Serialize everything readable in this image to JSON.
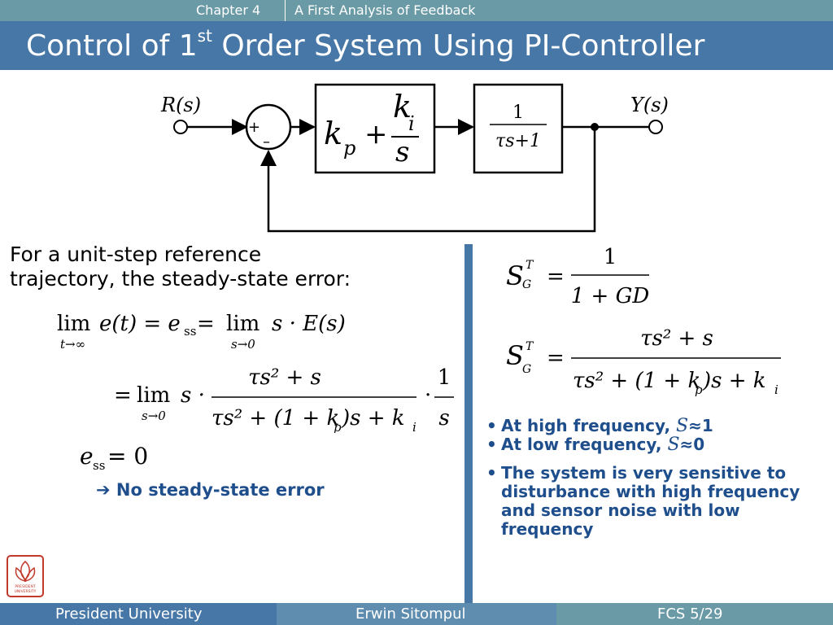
{
  "header": {
    "chapter": "Chapter 4",
    "subtitle": "A First Analysis of Feedback"
  },
  "title": {
    "pre": "Control of 1",
    "sup": "st",
    "post": " Order System Using PI-Controller"
  },
  "diagram": {
    "input_label": "R(s)",
    "output_label": "Y(s)",
    "sum_plus": "+",
    "sum_minus": "–",
    "controller": {
      "kp": "k",
      "kp_sub": "p",
      "plus": "+",
      "ki": "k",
      "ki_sub": "i",
      "den": "s"
    },
    "plant": {
      "num": "1",
      "den": "τs+1"
    }
  },
  "left": {
    "intro_line1": "For a unit-step reference",
    "intro_line2": "trajectory, the steady-state error:",
    "eq1": {
      "lim1": "lim",
      "lim1_sub": "t→∞",
      "lhs": "e(t) = e",
      "ess_sub": "ss",
      "eq": " = ",
      "lim2": "lim",
      "lim2_sub": "s→0",
      "rhs": "s · E(s)"
    },
    "eq2": {
      "eq": "=",
      "lim": "lim",
      "lim_sub": "s→0",
      "s": "s ·",
      "num": "τs² + s",
      "den": "τs² + (1 + k",
      "den_p": "p",
      "den_mid": ")s + k",
      "den_i": "i",
      "dot": "·",
      "f_num": "1",
      "f_den": "s"
    },
    "eq3": {
      "e": "e",
      "sub": "ss",
      "rhs": " = 0"
    },
    "conclusion": "➔ No steady-state error"
  },
  "right": {
    "S1": {
      "S": "S",
      "sup": "T",
      "sub": "G",
      "eq": "=",
      "num": "1",
      "den": "1 + GD"
    },
    "S2": {
      "S": "S",
      "sup": "T",
      "sub": "G",
      "eq": "=",
      "num": "τs² + s",
      "den": "τs² + (1 + k",
      "den_p": "p",
      "den_mid": ")s + k",
      "den_i": "i"
    },
    "bullets": [
      {
        "pre": "At high frequency, ",
        "sym": "S",
        "post": "≈1"
      },
      {
        "pre": "At low frequency, ",
        "sym": "S",
        "post": "≈0"
      },
      {
        "text": "The system is very sensitive to disturbance with high frequency and sensor noise with low frequency"
      }
    ]
  },
  "logo": {
    "text1": "PRESIDENT",
    "text2": "UNIVERSITY"
  },
  "footer": {
    "left": "President University",
    "center": "Erwin Sitompul",
    "right": "FCS 5/29"
  },
  "colors": {
    "topbar": "#6a9aa6",
    "titlebar": "#4777a6",
    "accent_text": "#1f4e8c",
    "logo": "#c0392b"
  }
}
